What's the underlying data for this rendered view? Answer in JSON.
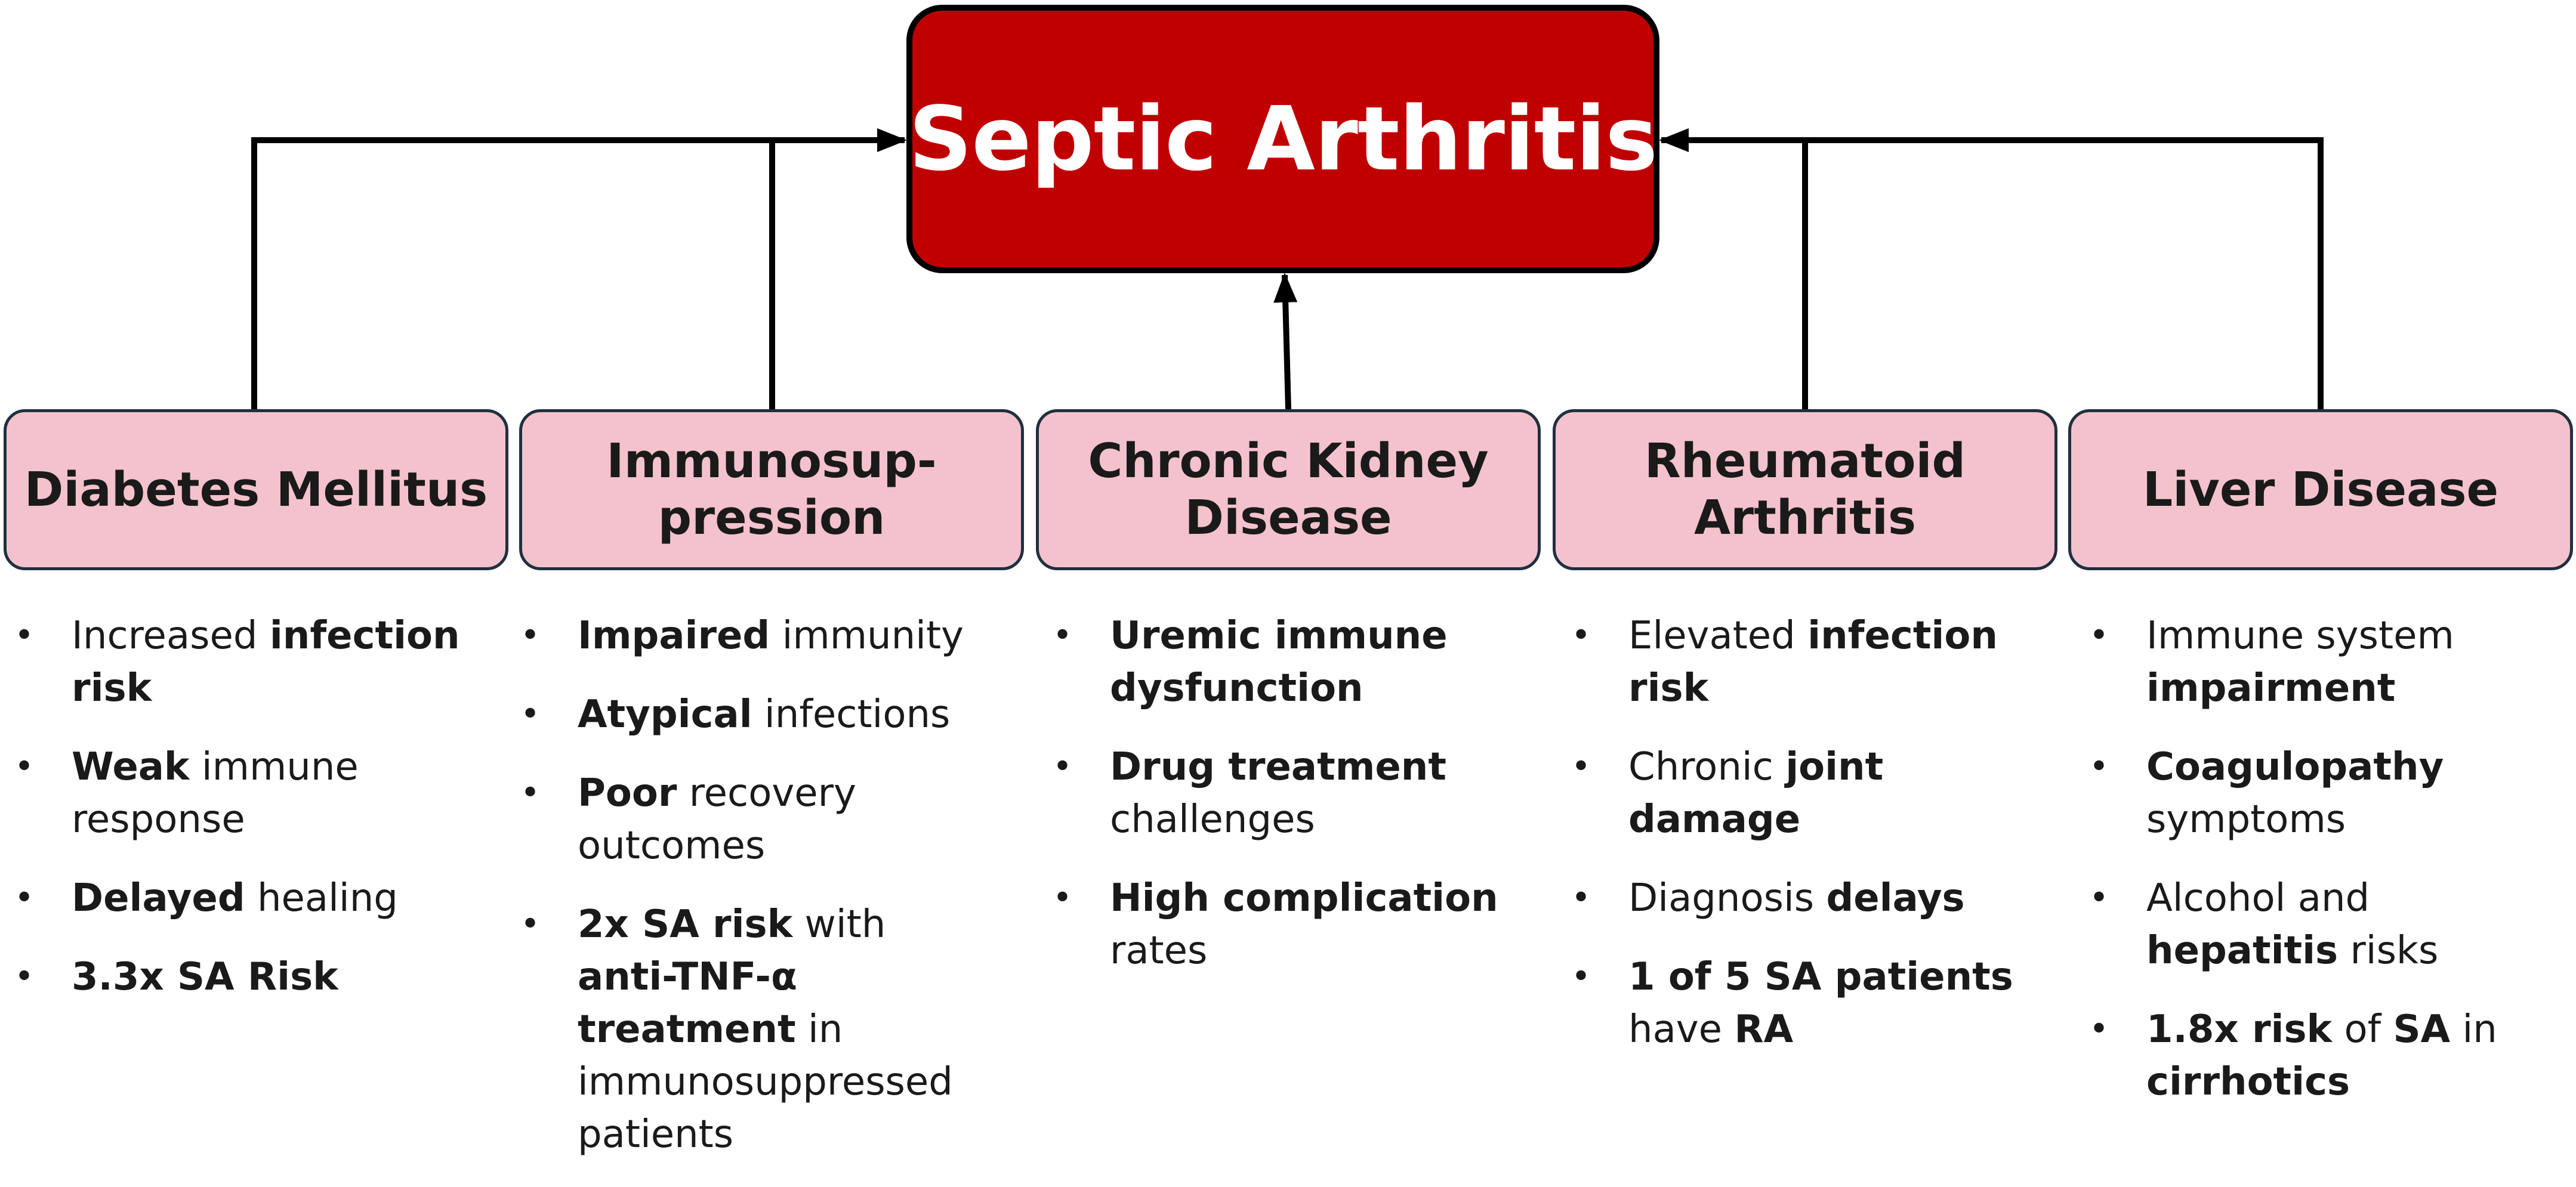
{
  "diagram": {
    "title": "Septic Arthritis",
    "colors": {
      "title_fill": "#c00000",
      "title_text": "#ffffff",
      "factor_fill": "#f4c2cc",
      "factor_border": "#1f3040",
      "connector": "#000000"
    },
    "factors": [
      {
        "title_lines": [
          "Diabetes Mellitus"
        ],
        "bullets": [
          [
            {
              "t": "Increased "
            },
            {
              "t": "infection risk",
              "b": true
            }
          ],
          [
            {
              "t": "Weak",
              "b": true
            },
            {
              "t": " immune response"
            }
          ],
          [
            {
              "t": "Delayed",
              "b": true
            },
            {
              "t": " healing"
            }
          ],
          [
            {
              "t": "3.3x SA Risk",
              "b": true
            }
          ]
        ]
      },
      {
        "title_lines": [
          "Immunosup-",
          "pression"
        ],
        "bullets": [
          [
            {
              "t": "Impaired",
              "b": true
            },
            {
              "t": " immunity"
            }
          ],
          [
            {
              "t": "Atypical",
              "b": true
            },
            {
              "t": " infections"
            }
          ],
          [
            {
              "t": "Poor",
              "b": true
            },
            {
              "t": " recovery outcomes"
            }
          ],
          [
            {
              "t": "2x SA risk",
              "b": true
            },
            {
              "t": " with "
            },
            {
              "t": "anti-TNF-α treatment",
              "b": true
            },
            {
              "t": " in immunosuppressed patients"
            }
          ]
        ]
      },
      {
        "title_lines": [
          "Chronic Kidney",
          "Disease"
        ],
        "bullets": [
          [
            {
              "t": "Uremic immune dysfunction",
              "b": true
            }
          ],
          [
            {
              "t": "Drug treatment",
              "b": true
            },
            {
              "t": " challenges"
            }
          ],
          [
            {
              "t": "High complication",
              "b": true
            },
            {
              "t": " rates"
            }
          ]
        ]
      },
      {
        "title_lines": [
          "Rheumatoid",
          "Arthritis"
        ],
        "bullets": [
          [
            {
              "t": "Elevated "
            },
            {
              "t": "infection risk",
              "b": true
            }
          ],
          [
            {
              "t": "Chronic "
            },
            {
              "t": "joint damage",
              "b": true
            }
          ],
          [
            {
              "t": "Diagnosis "
            },
            {
              "t": "delays",
              "b": true
            }
          ],
          [
            {
              "t": "1 of 5 SA patients",
              "b": true
            },
            {
              "t": " have "
            },
            {
              "t": "RA",
              "b": true
            }
          ]
        ]
      },
      {
        "title_lines": [
          "Liver Disease"
        ],
        "bullets": [
          [
            {
              "t": "Immune system "
            },
            {
              "t": "impairment",
              "b": true
            }
          ],
          [
            {
              "t": "Coagulopathy",
              "b": true
            },
            {
              "t": " symptoms"
            }
          ],
          [
            {
              "t": "Alcohol and "
            },
            {
              "t": "hepatitis",
              "b": true
            },
            {
              "t": " risks"
            }
          ],
          [
            {
              "t": "1.8x risk",
              "b": true
            },
            {
              "t": " of "
            },
            {
              "t": "SA",
              "b": true
            },
            {
              "t": " in "
            },
            {
              "t": "cirrhotics",
              "b": true
            }
          ]
        ]
      }
    ]
  }
}
